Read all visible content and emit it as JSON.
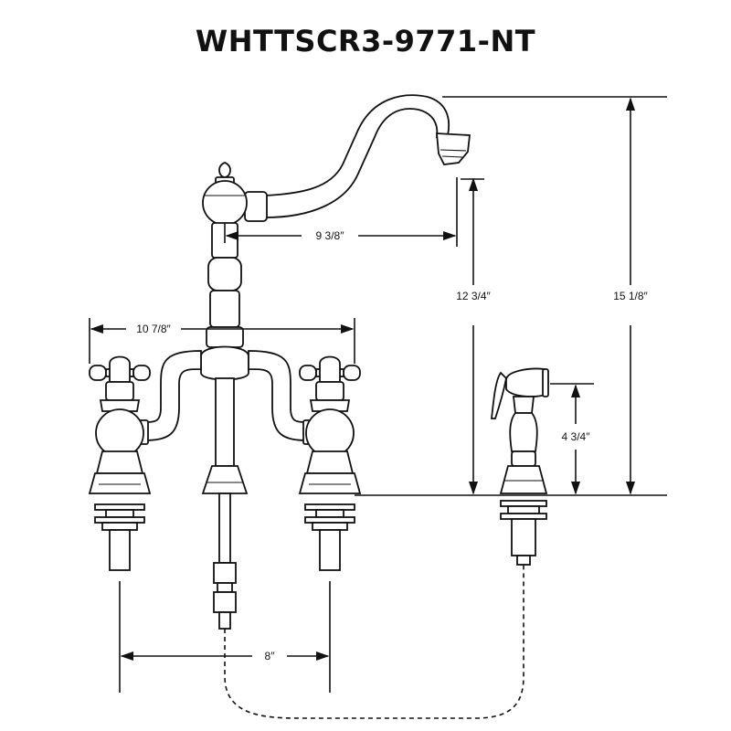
{
  "title": "WHTTSCR3-9771-NT",
  "dimensions": {
    "spout_reach": "9 3/8″",
    "overall_width": "10 7/8″",
    "spout_height": "12 3/4″",
    "total_height": "15 1/8″",
    "sprayer_height": "4 3/4″",
    "handle_spacing": "8″"
  }
}
